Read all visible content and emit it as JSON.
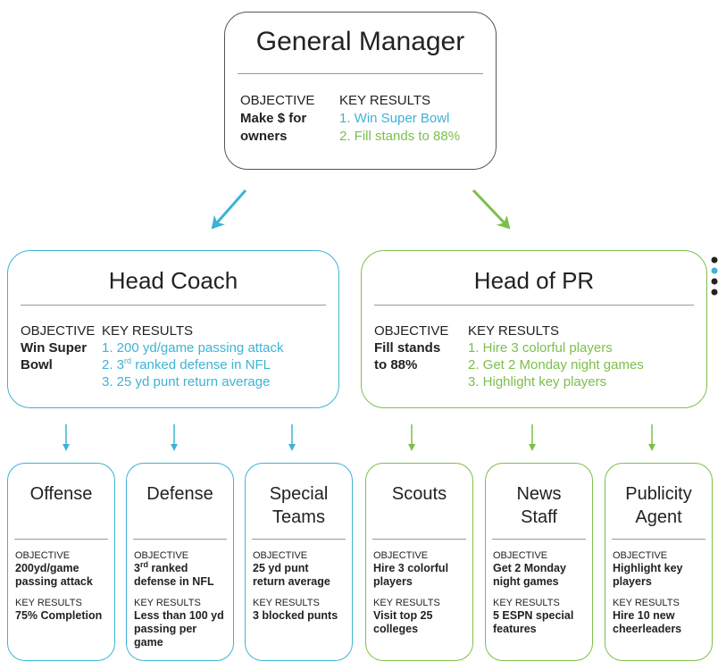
{
  "gm": {
    "title": "General Manager",
    "objective_label": "OBJECTIVE",
    "objective": [
      "Make $ for",
      "owners"
    ],
    "kr_label": "KEY RESULTS",
    "kr": [
      "1. Win Super Bowl",
      "2. Fill stands to 88%"
    ]
  },
  "coach": {
    "title": "Head Coach",
    "objective_label": "OBJECTIVE",
    "objective": [
      "Win Super",
      "Bowl"
    ],
    "kr_label": "KEY RESULTS",
    "kr1": "1. 200 yd/game passing attack",
    "kr2_pre": "2. 3",
    "kr2_sup": "rd",
    "kr2_post": " ranked defense in NFL",
    "kr3": "3. 25 yd punt return average"
  },
  "pr": {
    "title": "Head of PR",
    "objective_label": "OBJECTIVE",
    "objective": [
      "Fill stands",
      "to 88%"
    ],
    "kr_label": "KEY RESULTS",
    "kr": [
      "1. Hire 3 colorful players",
      "2. Get 2 Monday night games",
      "3. Highlight key players"
    ]
  },
  "teams": [
    {
      "title": [
        "Offense"
      ],
      "objective_label": "OBJECTIVE",
      "objective": [
        "200yd/game",
        "passing attack"
      ],
      "kr_label": "KEY RESULTS",
      "kr": [
        "75% Completion"
      ]
    },
    {
      "title": [
        "Defense"
      ],
      "objective_label": "OBJECTIVE",
      "objective_sup": {
        "pre": "3",
        "sup": "rd",
        "post": " ranked"
      },
      "objective": [
        "defense in NFL"
      ],
      "kr_label": "KEY RESULTS",
      "kr": [
        "Less than 100 yd",
        "passing per",
        "game"
      ]
    },
    {
      "title": [
        "Special",
        "Teams"
      ],
      "objective_label": "OBJECTIVE",
      "objective": [
        "25 yd punt",
        "return average"
      ],
      "kr_label": "KEY RESULTS",
      "kr": [
        "3 blocked punts"
      ]
    },
    {
      "title": [
        "Scouts"
      ],
      "objective_label": "OBJECTIVE",
      "objective": [
        "Hire 3 colorful",
        "players"
      ],
      "kr_label": "KEY RESULTS",
      "kr": [
        "Visit top 25",
        "colleges"
      ]
    },
    {
      "title": [
        "News",
        "Staff"
      ],
      "objective_label": "OBJECTIVE",
      "objective": [
        "Get 2 Monday",
        "night games"
      ],
      "kr_label": "KEY RESULTS",
      "kr": [
        "5 ESPN special",
        "features"
      ]
    },
    {
      "title": [
        "Publicity",
        "Agent"
      ],
      "objective_label": "OBJECTIVE",
      "objective": [
        "Highlight key",
        "players"
      ],
      "kr_label": "KEY RESULTS",
      "kr": [
        "Hire 10 new",
        "cheerleaders"
      ]
    }
  ],
  "colors": {
    "blue": "#3db3d6",
    "green": "#7bbf4a",
    "dark": "#555555"
  }
}
